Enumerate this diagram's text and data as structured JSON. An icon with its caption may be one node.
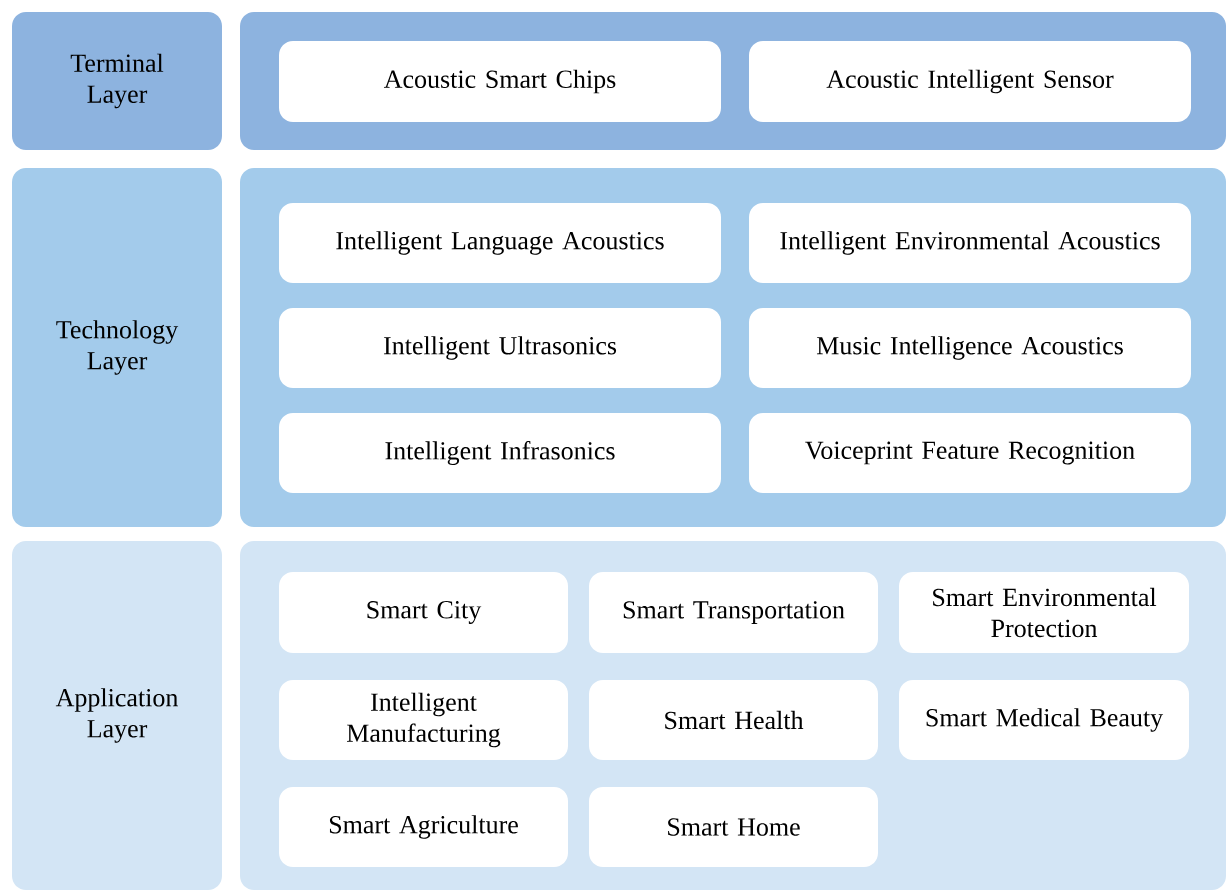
{
  "diagram": {
    "nodes": [
      {
        "text": [
          "Terminal Layer"
        ]
      },
      {
        "text": [],
        "shape": "box"
      },
      {
        "text": [
          "Acoustic Smart Chips"
        ],
        "in": 1
      },
      {
        "text": [
          "Acoustic Intelligent Sensor"
        ],
        "in": 1
      },
      {
        "text": [
          "Technology Layer"
        ]
      },
      {
        "text": [],
        "shape": "box"
      },
      {
        "text": [
          "Intelligent Language Acoustics"
        ],
        "in": 5
      },
      {
        "text": [
          "Intelligent Environmental Acoustics"
        ],
        "in": 5
      },
      {
        "text": [
          "Intelligent Ultrasonics"
        ],
        "in": 5
      },
      {
        "text": [
          "Music Intelligence Acoustics"
        ],
        "in": 5
      },
      {
        "text": [
          "Intelligent Infrasonics"
        ],
        "in": 5
      },
      {
        "text": [
          "Voiceprint Feature Recognition"
        ],
        "in": 5
      },
      {
        "text": [
          "Application Layer"
        ]
      },
      {
        "text": [],
        "shape": "box"
      },
      {
        "text": [
          "Smart City"
        ],
        "in": 13
      },
      {
        "text": [
          "Smart Transportation"
        ],
        "in": 13
      },
      {
        "text": [
          "Smart Environmental Protection"
        ],
        "in": 13
      },
      {
        "text": [
          "Intelligent Manufacturing"
        ],
        "in": 13
      },
      {
        "text": [
          "Smart Health"
        ],
        "in": 13
      },
      {
        "text": [
          "Smart Medical Beauty"
        ],
        "in": 13
      },
      {
        "text": [
          "Smart Agriculture"
        ],
        "in": 13
      },
      {
        "text": [
          "Smart Home"
        ],
        "in": 13
      }
    ]
  }
}
